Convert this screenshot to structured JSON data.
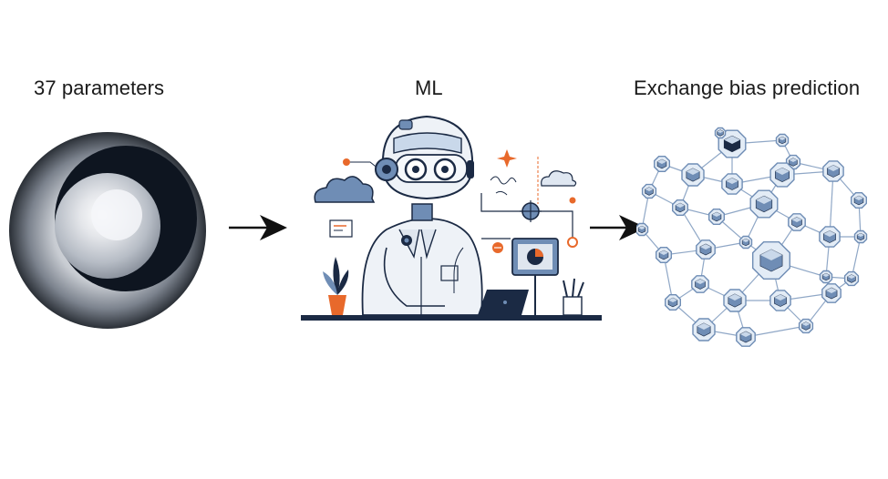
{
  "labels": {
    "input": "37 parameters",
    "model": "ML",
    "output": "Exchange bias prediction"
  },
  "colors": {
    "text": "#1a1a1a",
    "accent_orange": "#e8692b",
    "navy": "#1b2a44",
    "steel_blue": "#6f8db5",
    "light_blue": "#c9d8ea",
    "dark_core": "#0e1520"
  },
  "icons": {
    "input": "core-shell-sphere",
    "model": "robot-scientist",
    "output": "crystal-network",
    "connectors": "arrow-right-icon"
  }
}
